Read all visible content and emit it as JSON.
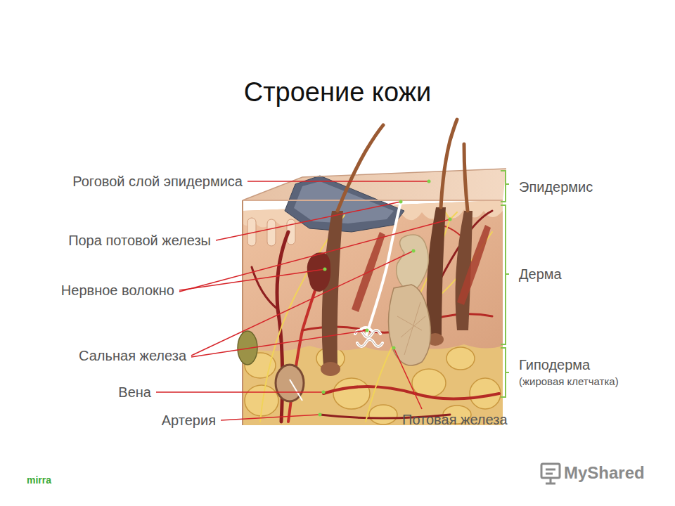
{
  "diagram": {
    "title": "Строение кожи",
    "labels": [
      "Роговой слой эпидермиса",
      "Пора потовой железы",
      "Нервное волокно",
      "Сальная железа",
      "Вена",
      "Артерия",
      "Потовая железа",
      "Эпидермис",
      "Дерма",
      "Гиподерма",
      "(жировая клетчатка)",
      "mirra",
      "MyShared"
    ]
  }
}
